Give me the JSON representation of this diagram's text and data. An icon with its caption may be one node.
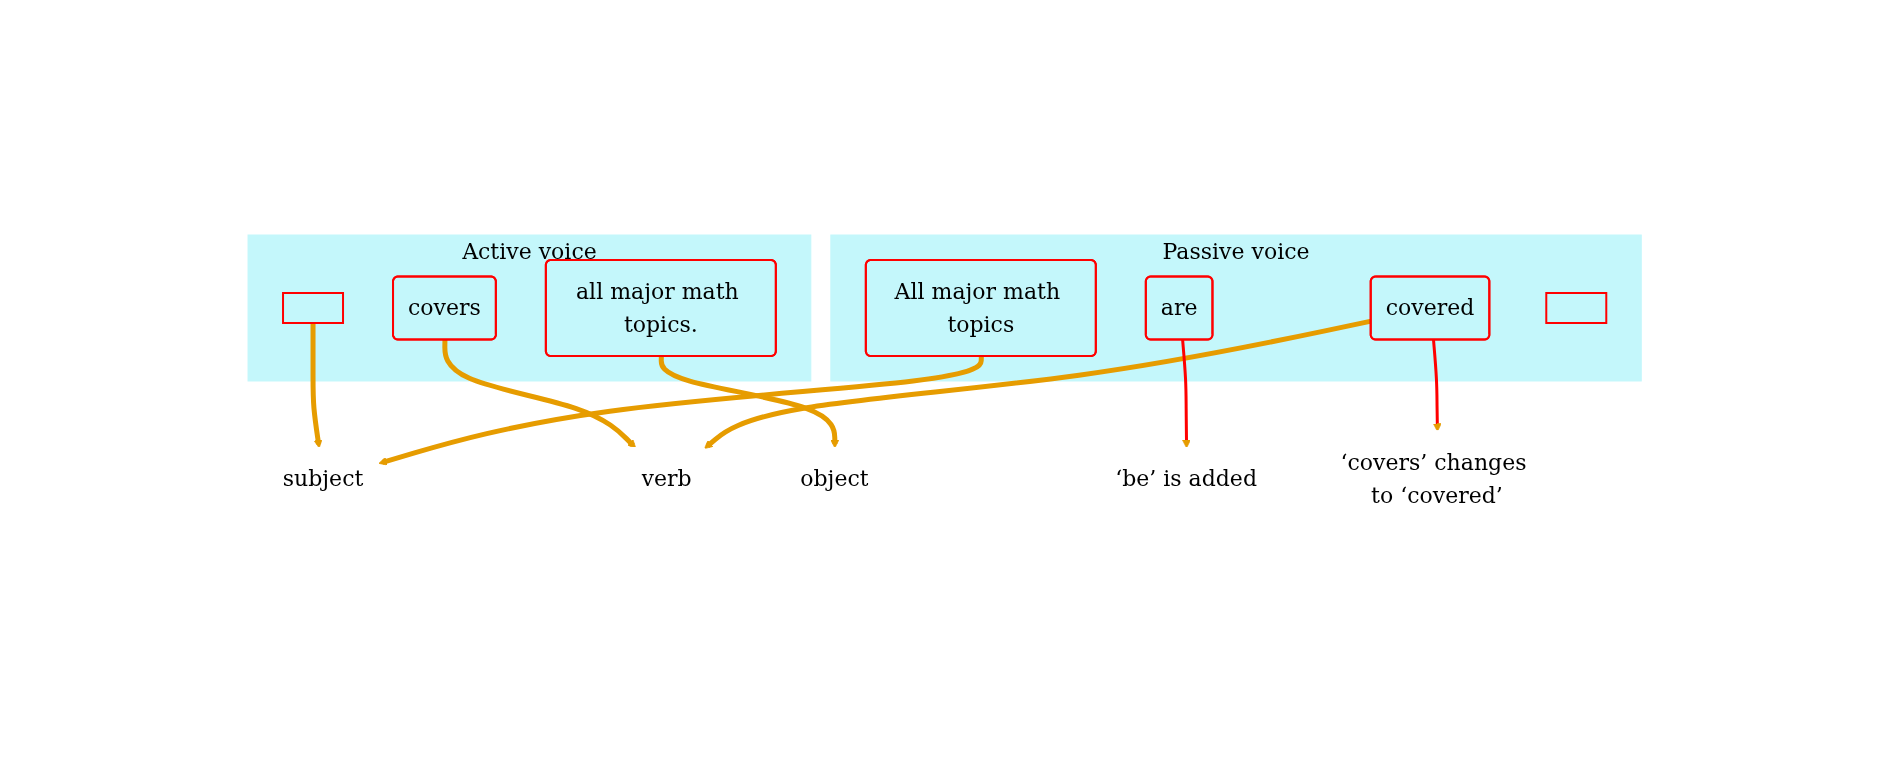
{
  "diagram": {
    "nodes": [
      {
        "text": [
          "Active voice"
        ]
      },
      {
        "text": [],
        "shape": "box",
        "in": 0
      },
      {
        "text": [
          "covers"
        ],
        "in": 0
      },
      {
        "text": [
          "all major math topics."
        ],
        "in": 0
      },
      {
        "text": [
          "subject"
        ]
      },
      {
        "text": [
          "verb"
        ]
      },
      {
        "text": [
          "object"
        ]
      },
      {
        "text": [
          "Passive voice"
        ]
      },
      {
        "text": [
          "All major math topics"
        ],
        "in": 7
      },
      {
        "text": [
          "are"
        ],
        "in": 7
      },
      {
        "text": [
          "covered"
        ],
        "in": 7
      },
      {
        "text": [],
        "shape": "box",
        "in": 7
      },
      {
        "text": [
          "‘be’ is added"
        ]
      },
      {
        "text": [
          "‘covers’ changes to ‘covered’"
        ]
      }
    ],
    "edges": [
      {
        "from": 1,
        "to": 4,
        "arrow": "to"
      },
      {
        "from": 2,
        "to": 5,
        "arrow": "to"
      },
      {
        "from": 3,
        "to": 6,
        "arrow": "to"
      },
      {
        "from": 8,
        "to": 4,
        "arrow": "to"
      },
      {
        "from": 10,
        "to": 5,
        "arrow": "to"
      },
      {
        "from": 9,
        "to": 12,
        "arrow": "to",
        "color": "#ff0000"
      },
      {
        "from": 10,
        "to": 13,
        "arrow": "to",
        "color": "#ff0000"
      }
    ]
  }
}
